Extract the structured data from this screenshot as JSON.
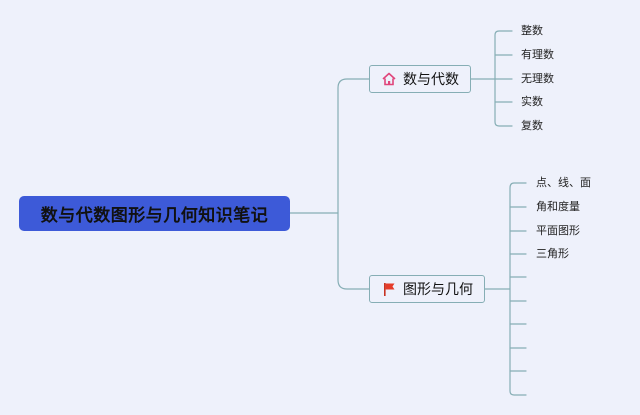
{
  "root": {
    "label": "数与代数图形与几何知识笔记"
  },
  "branches": [
    {
      "label": "数与代数",
      "icon": "home-icon",
      "children": [
        "整数",
        "有理数",
        "无理数",
        "实数",
        "复数"
      ]
    },
    {
      "label": "图形与几何",
      "icon": "flag-icon",
      "children": [
        "点、线、面",
        "角和度量",
        "平面图形",
        "三角形",
        "",
        "",
        "",
        "",
        "",
        ""
      ]
    }
  ],
  "colors": {
    "background": "#eef1fb",
    "root_fill": "#3d5ad8",
    "connector": "#86aeb5",
    "home_icon": "#e0457b",
    "flag_icon": "#e53c2a"
  }
}
